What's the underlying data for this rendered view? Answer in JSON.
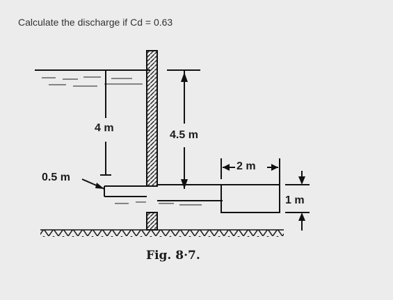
{
  "question": {
    "text": "Calculate the discharge if Cd = 0.63"
  },
  "figure": {
    "labels": {
      "head_upstream": "4 m",
      "height_partition": "4.5 m",
      "opening": "0.5 m",
      "length": "2 m",
      "outlet_height": "1 m"
    },
    "caption": "Fig. 8·7."
  }
}
